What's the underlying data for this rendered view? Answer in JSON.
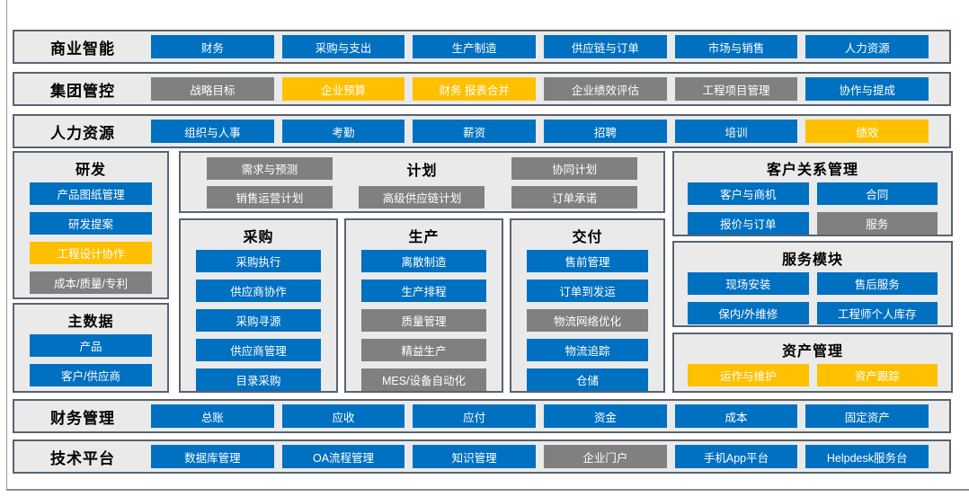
{
  "colors": {
    "blue": "#0070C0",
    "yellow": "#FFC000",
    "gray": "#808080",
    "panel_bg": "#EAEAEA",
    "panel_border": "#5A6370"
  },
  "bands": [
    {
      "title": "商业智能",
      "buttons": [
        {
          "label": "财务",
          "color": "blue"
        },
        {
          "label": "采购与支出",
          "color": "blue"
        },
        {
          "label": "生产制造",
          "color": "blue"
        },
        {
          "label": "供应链与订单",
          "color": "blue"
        },
        {
          "label": "市场与销售",
          "color": "blue"
        },
        {
          "label": "人力资源",
          "color": "blue"
        }
      ]
    },
    {
      "title": "集团管控",
      "buttons": [
        {
          "label": "战略目标",
          "color": "gray"
        },
        {
          "label": "企业预算",
          "color": "yellow"
        },
        {
          "label": "财务 报表合并",
          "color": "yellow"
        },
        {
          "label": "企业绩效评估",
          "color": "gray"
        },
        {
          "label": "工程项目管理",
          "color": "gray"
        },
        {
          "label": "协作与提成",
          "color": "blue"
        }
      ]
    },
    {
      "title": "人力资源",
      "buttons": [
        {
          "label": "组织与人事",
          "color": "blue"
        },
        {
          "label": "考勤",
          "color": "blue"
        },
        {
          "label": "薪资",
          "color": "blue"
        },
        {
          "label": "招聘",
          "color": "blue"
        },
        {
          "label": "培训",
          "color": "blue"
        },
        {
          "label": "绩效",
          "color": "yellow"
        }
      ]
    },
    {
      "title": "财务管理",
      "buttons": [
        {
          "label": "总账",
          "color": "blue"
        },
        {
          "label": "应收",
          "color": "blue"
        },
        {
          "label": "应付",
          "color": "blue"
        },
        {
          "label": "资金",
          "color": "blue"
        },
        {
          "label": "成本",
          "color": "blue"
        },
        {
          "label": "固定资产",
          "color": "blue"
        }
      ]
    },
    {
      "title": "技术平台",
      "buttons": [
        {
          "label": "数据库管理",
          "color": "blue"
        },
        {
          "label": "OA流程管理",
          "color": "blue"
        },
        {
          "label": "知识管理",
          "color": "blue"
        },
        {
          "label": "企业门户",
          "color": "gray"
        },
        {
          "label": "手机App平台",
          "color": "blue"
        },
        {
          "label": "Helpdesk服务台",
          "color": "blue"
        }
      ]
    }
  ],
  "panels": {
    "rnd": {
      "title": "研发",
      "buttons": [
        {
          "label": "产品图纸管理",
          "color": "blue"
        },
        {
          "label": "研发提案",
          "color": "blue"
        },
        {
          "label": "工程设计协作",
          "color": "yellow"
        },
        {
          "label": "成本/质量/专利",
          "color": "gray"
        }
      ]
    },
    "master_data": {
      "title": "主数据",
      "buttons": [
        {
          "label": "产品",
          "color": "blue"
        },
        {
          "label": "客户/供应商",
          "color": "blue"
        }
      ]
    },
    "planning": {
      "title": "计划",
      "buttons": [
        {
          "label": "需求与预测",
          "color": "gray"
        },
        {
          "label": "协同计划",
          "color": "gray"
        },
        {
          "label": "销售运营计划",
          "color": "gray"
        },
        {
          "label": "高级供应链计划",
          "color": "gray"
        },
        {
          "label": "订单承诺",
          "color": "gray"
        }
      ]
    },
    "procurement": {
      "title": "采购",
      "buttons": [
        {
          "label": "采购执行",
          "color": "blue"
        },
        {
          "label": "供应商协作",
          "color": "blue"
        },
        {
          "label": "采购寻源",
          "color": "blue"
        },
        {
          "label": "供应商管理",
          "color": "blue"
        },
        {
          "label": "目录采购",
          "color": "blue"
        }
      ]
    },
    "production": {
      "title": "生产",
      "buttons": [
        {
          "label": "离散制造",
          "color": "blue"
        },
        {
          "label": "生产排程",
          "color": "blue"
        },
        {
          "label": "质量管理",
          "color": "gray"
        },
        {
          "label": "精益生产",
          "color": "gray"
        },
        {
          "label": "MES/设备自动化",
          "color": "gray"
        }
      ]
    },
    "delivery": {
      "title": "交付",
      "buttons": [
        {
          "label": "售前管理",
          "color": "blue"
        },
        {
          "label": "订单到发运",
          "color": "blue"
        },
        {
          "label": "物流网络优化",
          "color": "gray"
        },
        {
          "label": "物流追踪",
          "color": "blue"
        },
        {
          "label": "仓储",
          "color": "blue"
        }
      ]
    },
    "crm": {
      "title": "客户关系管理",
      "buttons": [
        {
          "label": "客户与商机",
          "color": "blue"
        },
        {
          "label": "合同",
          "color": "blue"
        },
        {
          "label": "报价与订单",
          "color": "blue"
        },
        {
          "label": "服务",
          "color": "gray"
        }
      ]
    },
    "service": {
      "title": "服务模块",
      "buttons": [
        {
          "label": "现场安装",
          "color": "blue"
        },
        {
          "label": "售后服务",
          "color": "blue"
        },
        {
          "label": "保内/外维修",
          "color": "blue"
        },
        {
          "label": "工程师个人库存",
          "color": "blue"
        }
      ]
    },
    "asset": {
      "title": "资产管理",
      "buttons": [
        {
          "label": "运作与维护",
          "color": "yellow"
        },
        {
          "label": "资产跟踪",
          "color": "yellow"
        }
      ]
    }
  }
}
